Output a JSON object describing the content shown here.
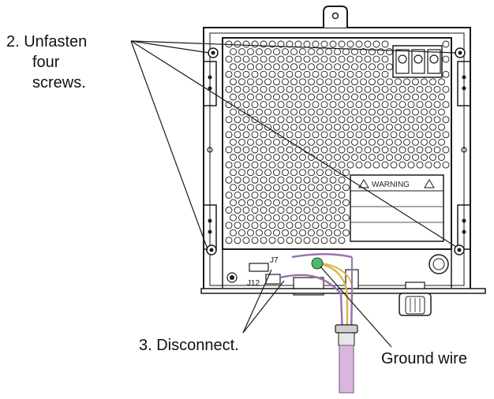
{
  "callouts": {
    "step2": {
      "line1": "2.  Unfasten",
      "line2": "four",
      "line3": "screws."
    },
    "step3": "3.  Disconnect.",
    "ground_wire": "Ground wire"
  },
  "labels": {
    "warning": "WARNING",
    "connector_j7": "J7",
    "connector_j12": "J12"
  },
  "icons": {
    "screw": "screw-icon",
    "warning_triangle": "warning-triangle-icon",
    "connector": "connector-icon"
  },
  "colors": {
    "outline": "#1a1a1a",
    "wire_purple": "#9b72b0",
    "wire_yellow": "#d8b84a",
    "wire_green": "#4dbb6a",
    "cable_sheath": "#d9b7dd"
  }
}
